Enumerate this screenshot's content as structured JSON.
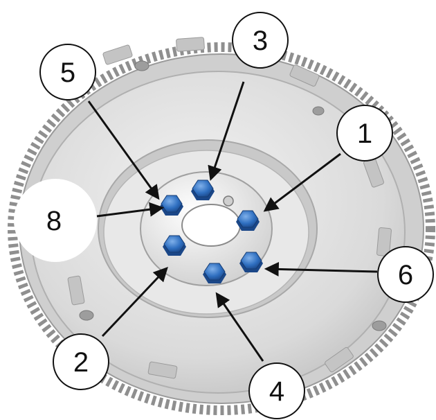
{
  "diagram": {
    "subject": "flywheel-bolt-tightening-sequence",
    "colors": {
      "housing": "#d9d9d9",
      "housing_dark": "#a9a9a9",
      "housing_light": "#efefef",
      "bolt": "#2f6fc0",
      "bolt_dark": "#1e4f94",
      "bolt_light": "#6fa2e0",
      "callout_outline": "#111111",
      "arrow": "#111111"
    },
    "callouts": [
      {
        "label": "1"
      },
      {
        "label": "2"
      },
      {
        "label": "3"
      },
      {
        "label": "4"
      },
      {
        "label": "5"
      },
      {
        "label": "6"
      },
      {
        "label": "8"
      }
    ]
  }
}
